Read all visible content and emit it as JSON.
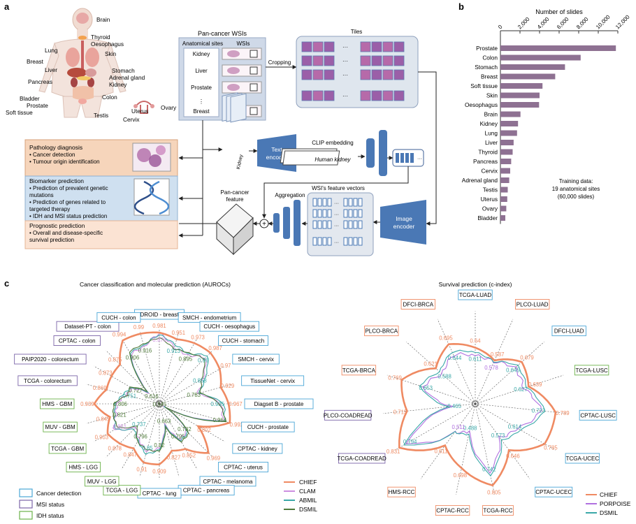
{
  "panel_a": {
    "letter": "a",
    "anatomy_labels": [
      "Brain",
      "Thyroid",
      "Oesophagus",
      "Skin",
      "Lung",
      "Breast",
      "Liver",
      "Stomach",
      "Adrenal gland",
      "Kidney",
      "Pancreas",
      "Colon",
      "Bladder",
      "Prostate",
      "Soft tissue",
      "Testis",
      "Uterus",
      "Ovary",
      "Cervix"
    ],
    "wsi_title": "Pan-cancer WSIs",
    "col_sites": "Anatomical sites",
    "col_wsis": "WSIs",
    "sites": [
      "Kidney",
      "Liver",
      "Prostate",
      "⋮",
      "Breast"
    ],
    "tiles_title": "Tiles",
    "cropping": "Cropping",
    "text_encoder": [
      "Text",
      "encoder"
    ],
    "clip_embedding": "CLIP embedding",
    "kidney_card": "Kidney",
    "human_kidney": "Human kidney",
    "pan_cancer_feature": [
      "Pan-cancer",
      "feature"
    ],
    "aggregation": "Aggregation",
    "wsi_feature_vectors": "WSI's feature vectors",
    "image_encoder": [
      "Image",
      "encoder"
    ],
    "tasks": [
      {
        "title": "Pathology diagnosis",
        "bullets": [
          "• Cancer detection",
          "• Tumour origin identification"
        ],
        "color": "#f6d5bb"
      },
      {
        "title": "Biomarker prediction",
        "bullets": [
          "• Prediction of prevalent genetic",
          "   mutations",
          "• Prediction of genes related to",
          "   targeted therapy",
          "• IDH and MSI status prediction"
        ],
        "color": "#cfe0f0"
      },
      {
        "title": "Prognostic prediction",
        "bullets": [
          "• Overall and disease-specific",
          "   survival prediction"
        ],
        "color": "#fbe3d3"
      }
    ]
  },
  "panel_b": {
    "letter": "b",
    "annotation": [
      "Training data:",
      "19 anatomical sites",
      "(60,000 slides)"
    ]
  },
  "panel_c": {
    "letter": "c",
    "left_title": "Cancer classification and molecular prediction (AUROCs)",
    "right_title": "Survival prediction (c-index)",
    "left_key": [
      {
        "label": "Cancer detection",
        "color": "#4aa6d6"
      },
      {
        "label": "MSI status",
        "color": "#7b64a8"
      },
      {
        "label": "IDH status",
        "color": "#6cb24a"
      }
    ],
    "left_legend": [
      {
        "label": "CHIEF",
        "color": "#ef8a62"
      },
      {
        "label": "CLAM",
        "color": "#cc8ee0"
      },
      {
        "label": "ABMIL",
        "color": "#3aa8a8"
      },
      {
        "label": "DSMIL",
        "color": "#4f7a3a"
      }
    ],
    "right_legend": [
      {
        "label": "CHIEF",
        "color": "#ef8a62"
      },
      {
        "label": "PORPOISE",
        "color": "#b070e0"
      },
      {
        "label": "DSMIL",
        "color": "#3aa8a8"
      }
    ]
  },
  "chart_data": [
    {
      "type": "bar",
      "title": "Number of slides",
      "orientation": "horizontal",
      "categories": [
        "Prostate",
        "Colon",
        "Stomach",
        "Breast",
        "Soft tissue",
        "Skin",
        "Oesophagus",
        "Brain",
        "Kidney",
        "Lung",
        "Liver",
        "Thyroid",
        "Pancreas",
        "Cervix",
        "Adrenal gland",
        "Testis",
        "Uterus",
        "Ovary",
        "Bladder"
      ],
      "values": [
        11800,
        8200,
        6600,
        5600,
        4300,
        4000,
        3950,
        2050,
        1800,
        1700,
        1350,
        1250,
        1100,
        1000,
        900,
        750,
        700,
        600,
        500
      ],
      "xlim": [
        0,
        12000
      ],
      "xticks": [
        "0",
        "2,000",
        "4,000",
        "6,000",
        "8,000",
        "10,000",
        "12,000"
      ],
      "color": "#8e7192"
    },
    {
      "type": "radar",
      "title": "Cancer classification and molecular prediction (AUROCs)",
      "rlim": [
        0.5,
        1.0
      ],
      "axes": [
        {
          "name": "DROID - breast",
          "group": "cancer",
          "chief": 0.981,
          "second": 0.976,
          "second_model": "CLAM"
        },
        {
          "name": "SMCH - endometrium",
          "group": "cancer",
          "chief": 0.951,
          "second": 0.913,
          "second_model": "ABMIL"
        },
        {
          "name": "CUCH - oesophagus",
          "group": "cancer",
          "chief": 0.973,
          "second": 0.895,
          "second_model": "DSMIL"
        },
        {
          "name": "CUCH - stomach",
          "group": "cancer",
          "chief": 0.987,
          "second": 0.96,
          "second_model": "ABMIL"
        },
        {
          "name": "SMCH - cervix",
          "group": "cancer",
          "chief": 0.97,
          "second": 0.858,
          "second_model": "ABMIL"
        },
        {
          "name": "TissueNet - cervix",
          "group": "cancer",
          "chief": 0.929,
          "second": 0.783,
          "second_model": "DSMIL"
        },
        {
          "name": "Diagset B - prostate",
          "group": "cancer",
          "chief": 0.967,
          "second": 0.935,
          "second_model": "ABMIL"
        },
        {
          "name": "CUCH - prostate",
          "group": "cancer",
          "chief": 0.992,
          "second": 0.964,
          "second_model": "DSMIL"
        },
        {
          "name": "CPTAC - kidney",
          "group": "cancer",
          "chief": 0.802,
          "second": 0.545,
          "second_model": "DSMIL"
        },
        {
          "name": "CPTAC - uterus",
          "group": "cancer",
          "chief": 0.969,
          "second": 0.782,
          "second_model": "DSMIL"
        },
        {
          "name": "CPTAC - melanoma",
          "group": "cancer",
          "chief": 0.852,
          "second": 0.795,
          "second_model": "DSMIL"
        },
        {
          "name": "CPTAC - pancreas",
          "group": "cancer",
          "chief": 0.827,
          "second": 0.663,
          "second_model": "DSMIL"
        },
        {
          "name": "CPTAC - lung",
          "group": "cancer",
          "chief": 0.909,
          "second": 0.82,
          "second_model": "DSMIL"
        },
        {
          "name": "TCGA - LGG",
          "group": "idh",
          "chief": 0.91,
          "second": 0.85,
          "second_model": "ABMIL"
        },
        {
          "name": "MUV - LGG",
          "group": "idh",
          "chief": 0.847,
          "second": 0.796,
          "second_model": "DSMIL"
        },
        {
          "name": "HMS - LGG",
          "group": "idh",
          "chief": 0.878,
          "second": 0.737,
          "second_model": "ABMIL"
        },
        {
          "name": "TCGA - GBM",
          "group": "idh",
          "chief": 0.903,
          "second": 0.851,
          "second_model": "CLAM"
        },
        {
          "name": "MUV - GBM",
          "group": "idh",
          "chief": 0.845,
          "second": 0.821,
          "second_model": "DSMIL"
        },
        {
          "name": "HMS - GBM",
          "group": "idh",
          "chief": 0.939,
          "second": 0.806,
          "second_model": "DSMIL"
        },
        {
          "name": "TCGA - colorectum",
          "group": "msi",
          "chief": 0.869,
          "second": 0.751,
          "second_model": "ABMIL"
        },
        {
          "name": "PAIP2020 - colorectum",
          "group": "msi",
          "chief": 0.873,
          "second": 0.727,
          "second_model": "DSMIL"
        },
        {
          "name": "CPTAC - colon",
          "group": "msi",
          "chief": 0.875,
          "second": 0.616,
          "second_model": "DSMIL"
        },
        {
          "name": "Dataset-PT - colon",
          "group": "msi",
          "chief": 0.994,
          "second": 0.906,
          "second_model": "DSMIL"
        },
        {
          "name": "CUCH - colon",
          "group": "cancer",
          "chief": 0.99,
          "second": 0.916,
          "second_model": "DSMIL"
        }
      ]
    },
    {
      "type": "radar",
      "title": "Survival prediction (c-index)",
      "rlim": [
        0.3,
        0.85
      ],
      "axes": [
        {
          "name": "TCGA-LUAD",
          "chief": 0.64,
          "second": 0.611,
          "second_model": "DSMIL"
        },
        {
          "name": "PLCO-LUAD",
          "chief": 0.587,
          "second": 0.578,
          "second_model": "PORPOISE"
        },
        {
          "name": "DFCI-LUAD",
          "chief": 0.679,
          "second": 0.645,
          "second_model": "DSMIL"
        },
        {
          "name": "TCGA-LUSC",
          "chief": 0.639,
          "second": 0.627,
          "second_model": "DSMIL"
        },
        {
          "name": "CPTAC-LUSC",
          "chief": 0.789,
          "second": 0.723,
          "second_model": "DSMIL"
        },
        {
          "name": "TCGA-UCEC",
          "chief": 0.785,
          "second": 0.614,
          "second_model": "DSMIL"
        },
        {
          "name": "CPTAC-UCEC",
          "chief": 0.646,
          "second": 0.573,
          "second_model": "DSMIL"
        },
        {
          "name": "TCGA-RCC",
          "chief": 0.805,
          "second": 0.742,
          "second_model": "DSMIL"
        },
        {
          "name": "CPTAC-RCC",
          "chief": 0.698,
          "second": 0.488,
          "second_model": "DSMIL"
        },
        {
          "name": "HMS-RCC",
          "chief": 0.611,
          "second": 0.511,
          "second_model": "PORPOISE"
        },
        {
          "name": "TCGA-COADREAD",
          "chief": 0.831,
          "second": 0.794,
          "second_model": "DSMIL"
        },
        {
          "name": "PLCO-COADREAD",
          "chief": 0.715,
          "second": 0.465,
          "second_model": "DSMIL"
        },
        {
          "name": "TCGA-BRCA",
          "chief": 0.769,
          "second": 0.653,
          "second_model": "DSMIL"
        },
        {
          "name": "PLCO-BRCA",
          "chief": 0.621,
          "second": 0.588,
          "second_model": "DSMIL"
        },
        {
          "name": "DFCI-BRCA",
          "chief": 0.695,
          "second": 0.644,
          "second_model": "DSMIL"
        }
      ]
    }
  ]
}
